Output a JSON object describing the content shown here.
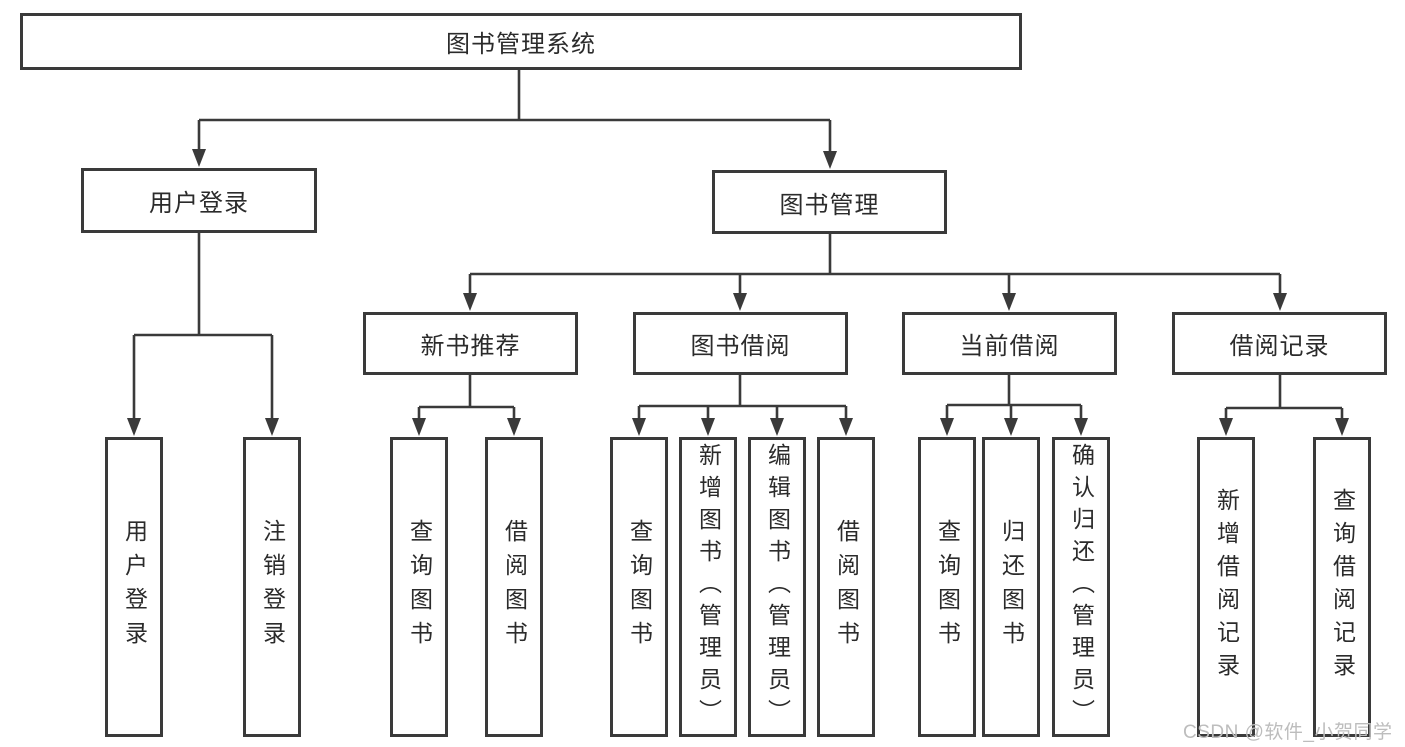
{
  "root": {
    "label": "图书管理系统"
  },
  "branches": [
    {
      "label": "用户登录",
      "leaves": [
        "用户登录",
        "注销登录"
      ]
    },
    {
      "label": "图书管理",
      "sections": [
        {
          "label": "新书推荐",
          "leaves": [
            "查询图书",
            "借阅图书"
          ]
        },
        {
          "label": "图书借阅",
          "leaves": [
            "查询图书",
            "新增图书（管理员）",
            "编辑图书（管理员）",
            "借阅图书"
          ]
        },
        {
          "label": "当前借阅",
          "leaves": [
            "查询图书",
            "归还图书",
            "确认归还（管理员）"
          ]
        },
        {
          "label": "借阅记录",
          "leaves": [
            "新增借阅记录",
            "查询借阅记录"
          ]
        }
      ]
    }
  ],
  "watermark": "CSDN @软件_小贺同学",
  "colors": {
    "line": "#3a3a3a",
    "border": "#3a3a3a",
    "text": "#2b2b2b",
    "watermark": "#bdbdbd",
    "background": "#ffffff"
  }
}
